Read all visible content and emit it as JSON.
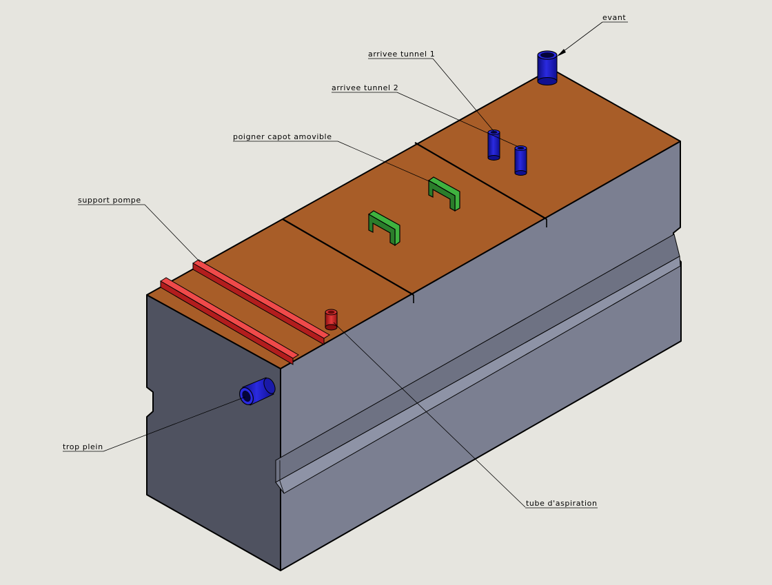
{
  "diagram": {
    "callouts": {
      "evant": "evant",
      "tunnel1": "arrivee tunnel 1",
      "tunnel2": "arrivee tunnel 2",
      "handle": "poigner capot amovible",
      "pump": "support pompe",
      "overflow": "trop plein",
      "suction": "tube d'aspiration"
    },
    "colors": {
      "background": "#e6e5df",
      "lid": "#a85d28",
      "side_front": "#7b7f91",
      "side_end": "#4f5260",
      "pipe_blue": "#1c1cc8",
      "pump_support_red": "#d82a2a",
      "handle_green": "#3fb23f",
      "suction_tube_red": "#c82424"
    }
  }
}
